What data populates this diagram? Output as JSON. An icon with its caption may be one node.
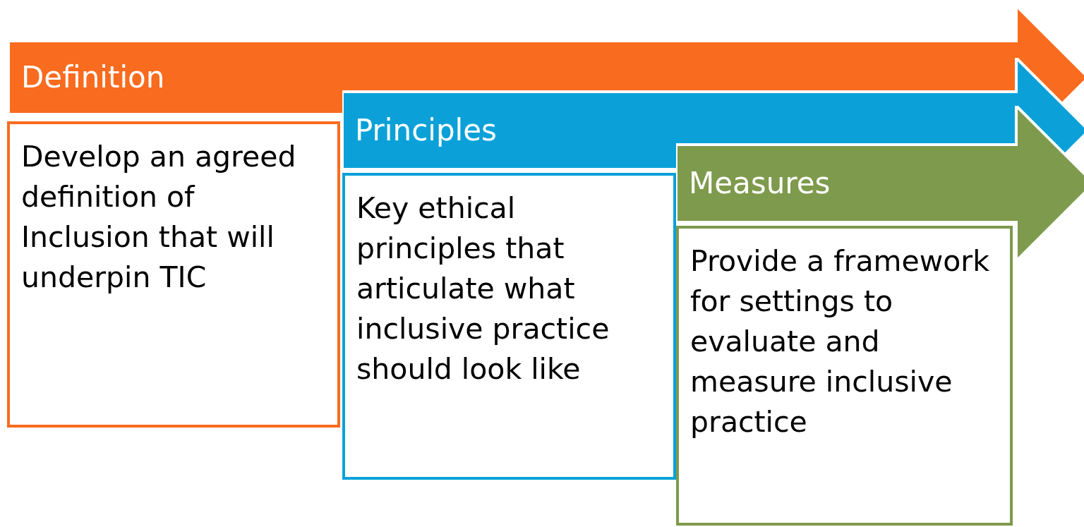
{
  "diagram": {
    "nodes": [
      {
        "text": [
          "Definition"
        ]
      },
      {
        "text": [
          "Develop an agreed definition of Inclusion that will underpin TIC"
        ]
      },
      {
        "text": [
          "Principles"
        ]
      },
      {
        "text": [
          "Key ethical principles that articulate what inclusive practice should look like"
        ]
      },
      {
        "text": [
          "Measures"
        ]
      },
      {
        "text": [
          "Provide a framework for settings to evaluate and measure inclusive practice"
        ]
      }
    ]
  }
}
